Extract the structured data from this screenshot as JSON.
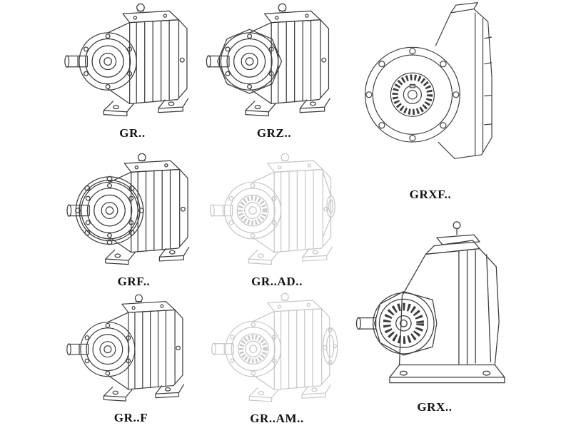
{
  "page": {
    "background": "#ffffff",
    "line_color": "#3b3b3b",
    "faded_line_color": "#c6c6c6",
    "label_color": "#111111"
  },
  "models": [
    {
      "id": "gr",
      "label": "GR..",
      "style": "solid",
      "illustration": "foot-mounted-helical-gearbox"
    },
    {
      "id": "grz",
      "label": "GRZ..",
      "style": "solid",
      "illustration": "foot-mounted-helical-gearbox-octagon-face"
    },
    {
      "id": "grxf",
      "label": "GRXF..",
      "style": "solid",
      "illustration": "front-flange-mounted-gearbox"
    },
    {
      "id": "grf",
      "label": "GRF..",
      "style": "solid",
      "illustration": "flange-mounted-helical-gearbox"
    },
    {
      "id": "grad",
      "label": "GR..AD..",
      "style": "faded",
      "illustration": "gearbox-with-input-adapter"
    },
    {
      "id": "grx",
      "label": "GRX..",
      "style": "solid",
      "illustration": "large-foot-mounted-gearbox"
    },
    {
      "id": "grf2",
      "label": "GR..F",
      "style": "solid",
      "illustration": "foot-mounted-helical-gearbox-base-plate"
    },
    {
      "id": "gram",
      "label": "GR..AM..",
      "style": "faded",
      "illustration": "gearbox-with-motor-adapter-flange"
    }
  ]
}
